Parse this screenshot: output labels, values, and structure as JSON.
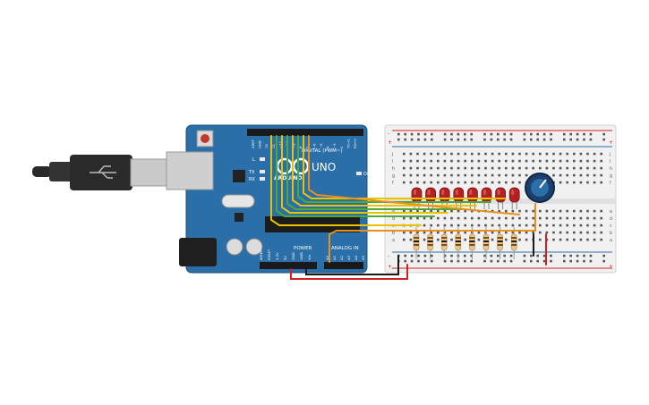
{
  "board": {
    "brand": "ARDUINO",
    "model": "UNO",
    "digital_label": "DIGITAL (PWM~)",
    "power_label": "POWER",
    "analog_label": "ANALOG IN",
    "led_l": "L",
    "led_tx": "TX",
    "led_rx": "RX",
    "led_on": "ON",
    "digital_pins": [
      "AREF",
      "GND",
      "13",
      "12",
      "~11",
      "~10",
      "~9",
      "8",
      "7",
      "~6",
      "~5",
      "4",
      "~3",
      "2",
      "TX→1",
      "RX←0"
    ],
    "power_pins": [
      "IOREF",
      "RESET",
      "3.3V",
      "5V",
      "GND",
      "GND",
      "Vin"
    ],
    "analog_pins": [
      "A0",
      "A1",
      "A2",
      "A3",
      "A4",
      "A5"
    ]
  },
  "breadboard": {
    "row_letters_top": [
      "j",
      "i",
      "h",
      "g",
      "f"
    ],
    "row_letters_bottom": [
      "e",
      "d",
      "c",
      "b",
      "a"
    ],
    "rail_plus": "+",
    "rail_minus": "-"
  },
  "colors": {
    "board": "#2b6fa8",
    "led": "#b22222",
    "wire_yellow": "#e8c400",
    "wire_green": "#4fa83a",
    "wire_orange": "#e8901a",
    "wire_red": "#d42020",
    "wire_black": "#1a1a1a",
    "usb": "#2a2a2a"
  }
}
